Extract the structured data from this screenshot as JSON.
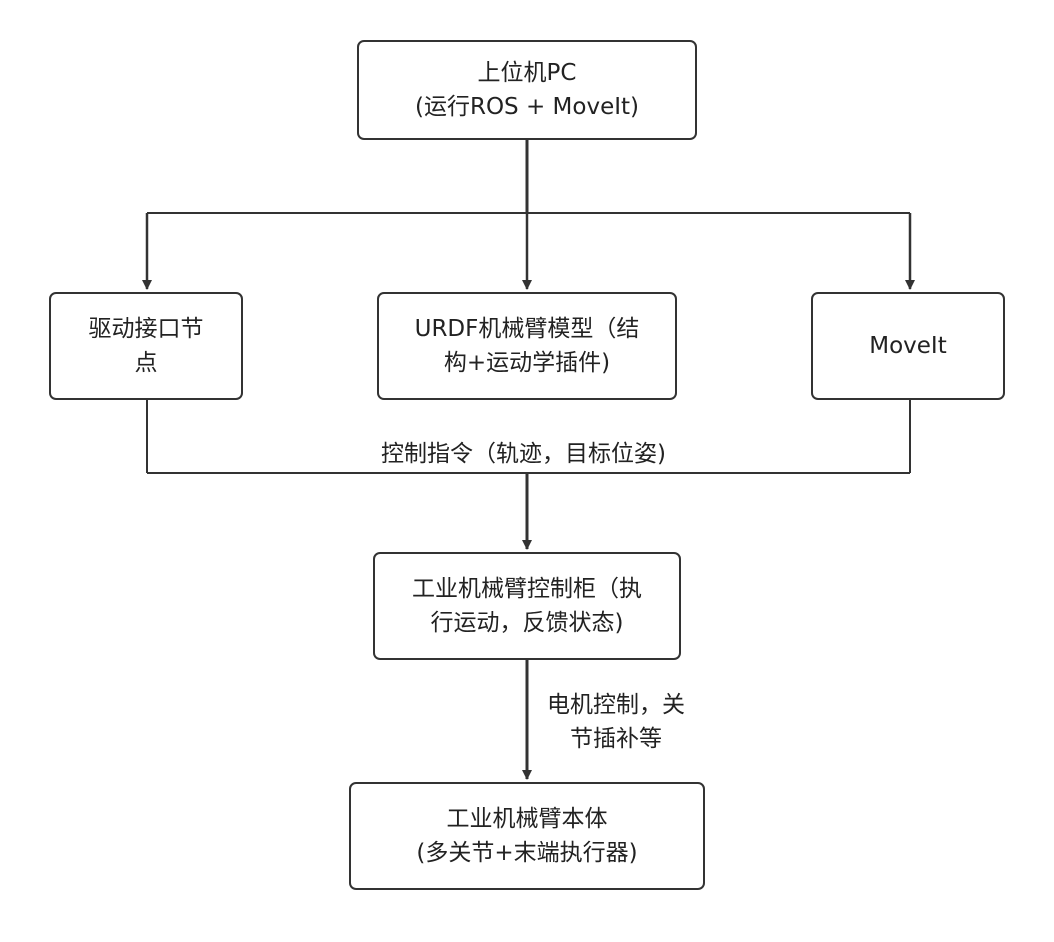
{
  "colors": {
    "stroke": "#333333",
    "background": "#ffffff",
    "text": "#222222"
  },
  "nodes": {
    "host_pc": {
      "line1": "上位机PC",
      "line2": "(运行ROS + MoveIt)"
    },
    "driver_node": {
      "line1": "驱动接口节",
      "line2": "点"
    },
    "urdf_model": {
      "line1": "URDF机械臂模型（结",
      "line2": "构+运动学插件)"
    },
    "moveit": {
      "line1": "MoveIt"
    },
    "controller": {
      "line1": "工业机械臂控制柜（执",
      "line2": "行运动，反馈状态)"
    },
    "robot_body": {
      "line1": "工业机械臂本体",
      "line2": "(多关节+末端执行器)"
    }
  },
  "edge_labels": {
    "control_command": "控制指令（轨迹，目标位姿)",
    "motor_control": {
      "line1": "电机控制，关",
      "line2": "节插补等"
    }
  }
}
